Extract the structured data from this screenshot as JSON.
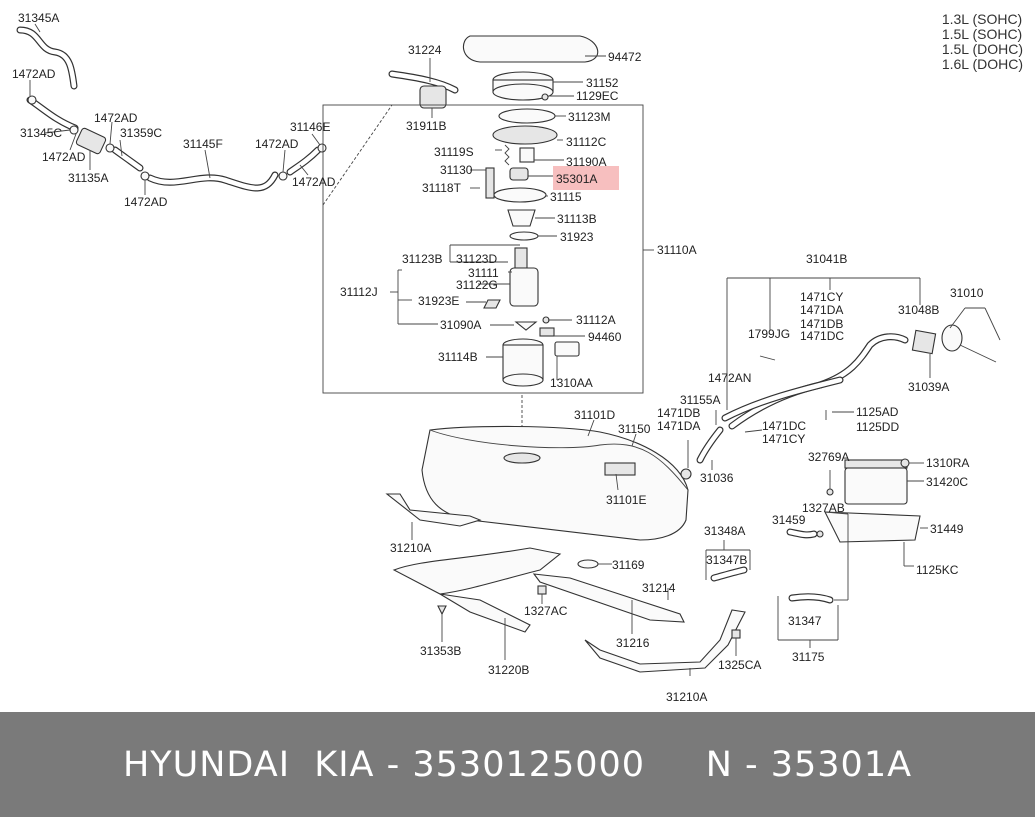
{
  "engine_variants": [
    "1.3L (SOHC)",
    "1.5L (SOHC)",
    "1.5L (DOHC)",
    "1.6L (DOHC)"
  ],
  "highlight": {
    "label": "35301A",
    "color": "#f08a8a"
  },
  "labels": {
    "l31345A_top": "31345A",
    "l1472AD_a": "1472AD",
    "l31345C": "31345C",
    "l1472AD_b": "1472AD",
    "l31359C": "31359C",
    "l1472AD_c": "1472AD",
    "l31135A": "31135A",
    "l1472AD_d": "1472AD",
    "l31145F": "31145F",
    "l1472AD_e": "1472AD",
    "l31146E": "31146E",
    "l1472AD_f": "1472AD",
    "l31224": "31224",
    "l31911B": "31911B",
    "l94472": "94472",
    "l31152": "31152",
    "l1129EC": "1129EC",
    "l31123M": "31123M",
    "l31112C": "31112C",
    "l31119S": "31119S",
    "l31190A": "31190A",
    "l31130": "31130",
    "l31118T": "31118T",
    "l31115": "31115",
    "l31113B": "31113B",
    "l31923": "31923",
    "l31110A": "31110A",
    "l31123B": "31123B",
    "l31123D": "31123D",
    "l31111": "31111",
    "l31122G": "31122G",
    "l31112J": "31112J",
    "l31923E": "31923E",
    "l31112A": "31112A",
    "l31090A": "31090A",
    "l94460": "94460",
    "l31114B": "31114B",
    "l1310AA": "1310AA",
    "l31041B": "31041B",
    "l1471CY_a": "1471CY",
    "l1471DA_a": "1471DA",
    "l1471DB_a": "1471DB",
    "l1471DC_a": "1471DC",
    "l1799JG": "1799JG",
    "l31048B": "31048B",
    "l31010": "31010",
    "l31039A": "31039A",
    "l1472AN": "1472AN",
    "l31155A": "31155A",
    "l1471DB_b": "1471DB",
    "l1471DA_b": "1471DA",
    "l1471DC_b": "1471DC",
    "l1471CY_b": "1471CY",
    "l1125AD": "1125AD",
    "l1125DD": "1125DD",
    "l31101D": "31101D",
    "l31150": "31150",
    "l31036": "31036",
    "l31101E": "31101E",
    "l32769A": "32769A",
    "l1310RA": "1310RA",
    "l31420C": "31420C",
    "l1327AB": "1327AB",
    "l31459": "31459",
    "l31449": "31449",
    "l31348A": "31348A",
    "l31347B": "31347B",
    "l1125KC": "1125KC",
    "l31210A_a": "31210A",
    "l31169": "31169",
    "l31214": "31214",
    "l1327AC": "1327AC",
    "l31216": "31216",
    "l31353B": "31353B",
    "l31220B": "31220B",
    "l1325CA": "1325CA",
    "l31210A_b": "31210A",
    "l31347": "31347",
    "l31175": "31175"
  },
  "footer": {
    "text": "HYUNDAI  KIA - 3530125000     N - 35301A"
  }
}
